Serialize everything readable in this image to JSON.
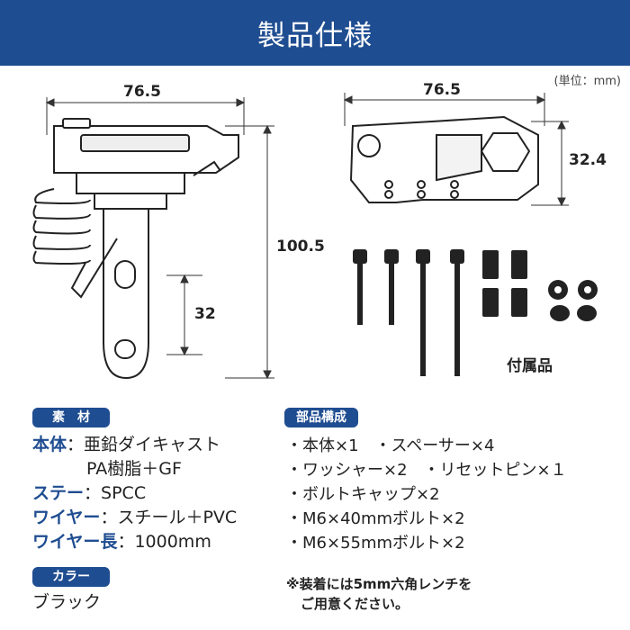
{
  "header": {
    "title": "製品仕様"
  },
  "unit_label": "(単位：mm)",
  "dimensions": {
    "left_width": "76.5",
    "right_width": "76.5",
    "right_height": "32.4",
    "left_height": "100.5",
    "slot": "32"
  },
  "accessories_label": "付属品",
  "sections": {
    "material": {
      "tag": "素　材",
      "rows": [
        {
          "key": "本体",
          "sep": "：",
          "value": "亜鉛ダイキャスト"
        },
        {
          "key": "",
          "sep": "",
          "value": "PA樹脂＋GF"
        },
        {
          "key": "ステー",
          "sep": "：",
          "value": "SPCC"
        },
        {
          "key": "ワイヤー",
          "sep": "：",
          "value": "スチール＋PVC"
        },
        {
          "key": "ワイヤー長",
          "sep": "：",
          "value": "1000mm"
        }
      ]
    },
    "color": {
      "tag": "カラー",
      "value": "ブラック"
    },
    "parts": {
      "tag": "部品構成",
      "lines": [
        "・本体×1　・スペーサー×4",
        "・ワッシャー×2　・リセットピン×１",
        "・ボルトキャップ×2",
        "・M6×40mmボルト×2",
        "・M6×55mmボルト×2"
      ]
    }
  },
  "note": {
    "line1": "※装着には5mm六角レンチを",
    "line2": "ご用意ください。"
  }
}
